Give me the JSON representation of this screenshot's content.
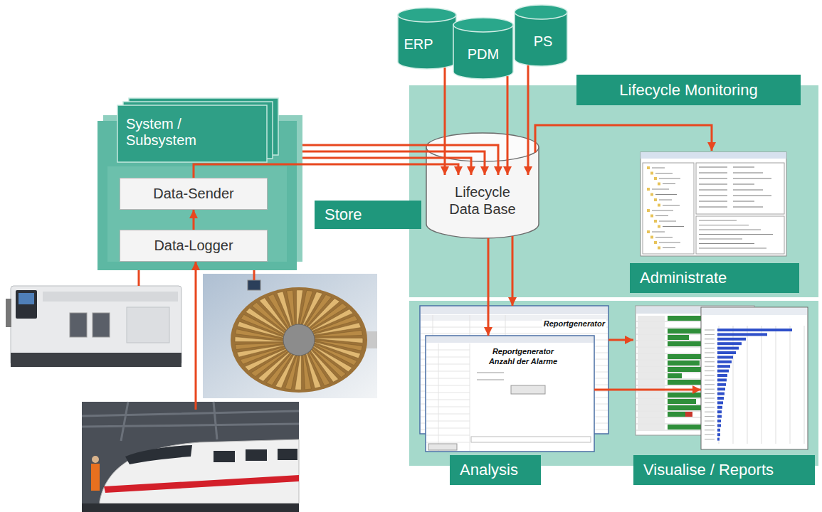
{
  "diagram": {
    "nodes": [
      {
        "text": [
          "ERP"
        ]
      },
      {
        "text": [
          "PDM"
        ]
      },
      {
        "text": [
          "PS"
        ]
      },
      {
        "text": [
          "Lifecycle Monitoring"
        ]
      },
      {
        "text": [
          "System / Subsystem"
        ]
      },
      {
        "text": [
          "Data-Sender"
        ],
        "in": 4
      },
      {
        "text": [
          "Data-Logger"
        ],
        "in": 4
      },
      {
        "text": [
          "Store"
        ]
      },
      {
        "text": [
          "Lifecycle Data Base"
        ],
        "in": 3
      },
      {
        "text": [
          "Administrate"
        ],
        "in": 3
      },
      {
        "text": [
          "Analysis"
        ]
      },
      {
        "text": [
          "Visualise / Reports"
        ]
      }
    ],
    "edges": [
      {
        "from": 0,
        "to": 8,
        "arrow": "to"
      },
      {
        "from": 1,
        "to": 8,
        "arrow": "to"
      },
      {
        "from": 2,
        "to": 8,
        "arrow": "to"
      },
      {
        "from": 4,
        "to": 8,
        "arrow": "to"
      },
      {
        "from": 4,
        "to": 8,
        "arrow": "to"
      },
      {
        "from": 4,
        "to": 8,
        "arrow": "to"
      },
      {
        "from": 5,
        "to": 8,
        "arrow": "to"
      },
      {
        "from": 6,
        "to": 5,
        "arrow": "to"
      },
      {
        "from": 8,
        "to": 9,
        "arrow": "to"
      },
      {
        "from": 8,
        "to": 10,
        "arrow": "to"
      },
      {
        "from": 8,
        "to": 10,
        "arrow": "to"
      },
      {
        "from": 10,
        "to": 11,
        "arrow": "to"
      },
      {
        "from": 10,
        "to": 11,
        "arrow": "to"
      }
    ],
    "labels": [
      "Reportgenerator",
      "Reportgenerator",
      "Anzahl der Alarme"
    ]
  }
}
